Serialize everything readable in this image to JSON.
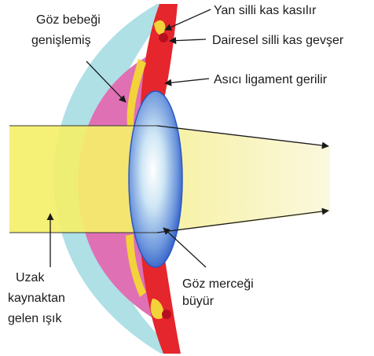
{
  "labels": {
    "pupil_dilated": [
      "Göz bebeği",
      "genişlemiş"
    ],
    "lateral_ciliary": "Yan silli kas kasılır",
    "circular_ciliary": "Dairesel silli kas gevşer",
    "suspensory_ligament": "Asıcı ligament gerilir",
    "lens_grows": [
      "Göz merceği",
      "büyür"
    ],
    "distant_light": [
      "Uzak",
      "kaynaktan",
      "gelen ışık"
    ]
  },
  "colors": {
    "light_beam": "#f4ef6a",
    "light_beam_right": "#f8f3b8",
    "iris": "#e070b4",
    "cornea": "#aee0e6",
    "muscle": "#e5262c",
    "ligament_yellow": "#f2d33a",
    "lens_edge": "#2a58c4",
    "lens_center": "#ffffff"
  },
  "icons": [
    "arrow-icon"
  ]
}
